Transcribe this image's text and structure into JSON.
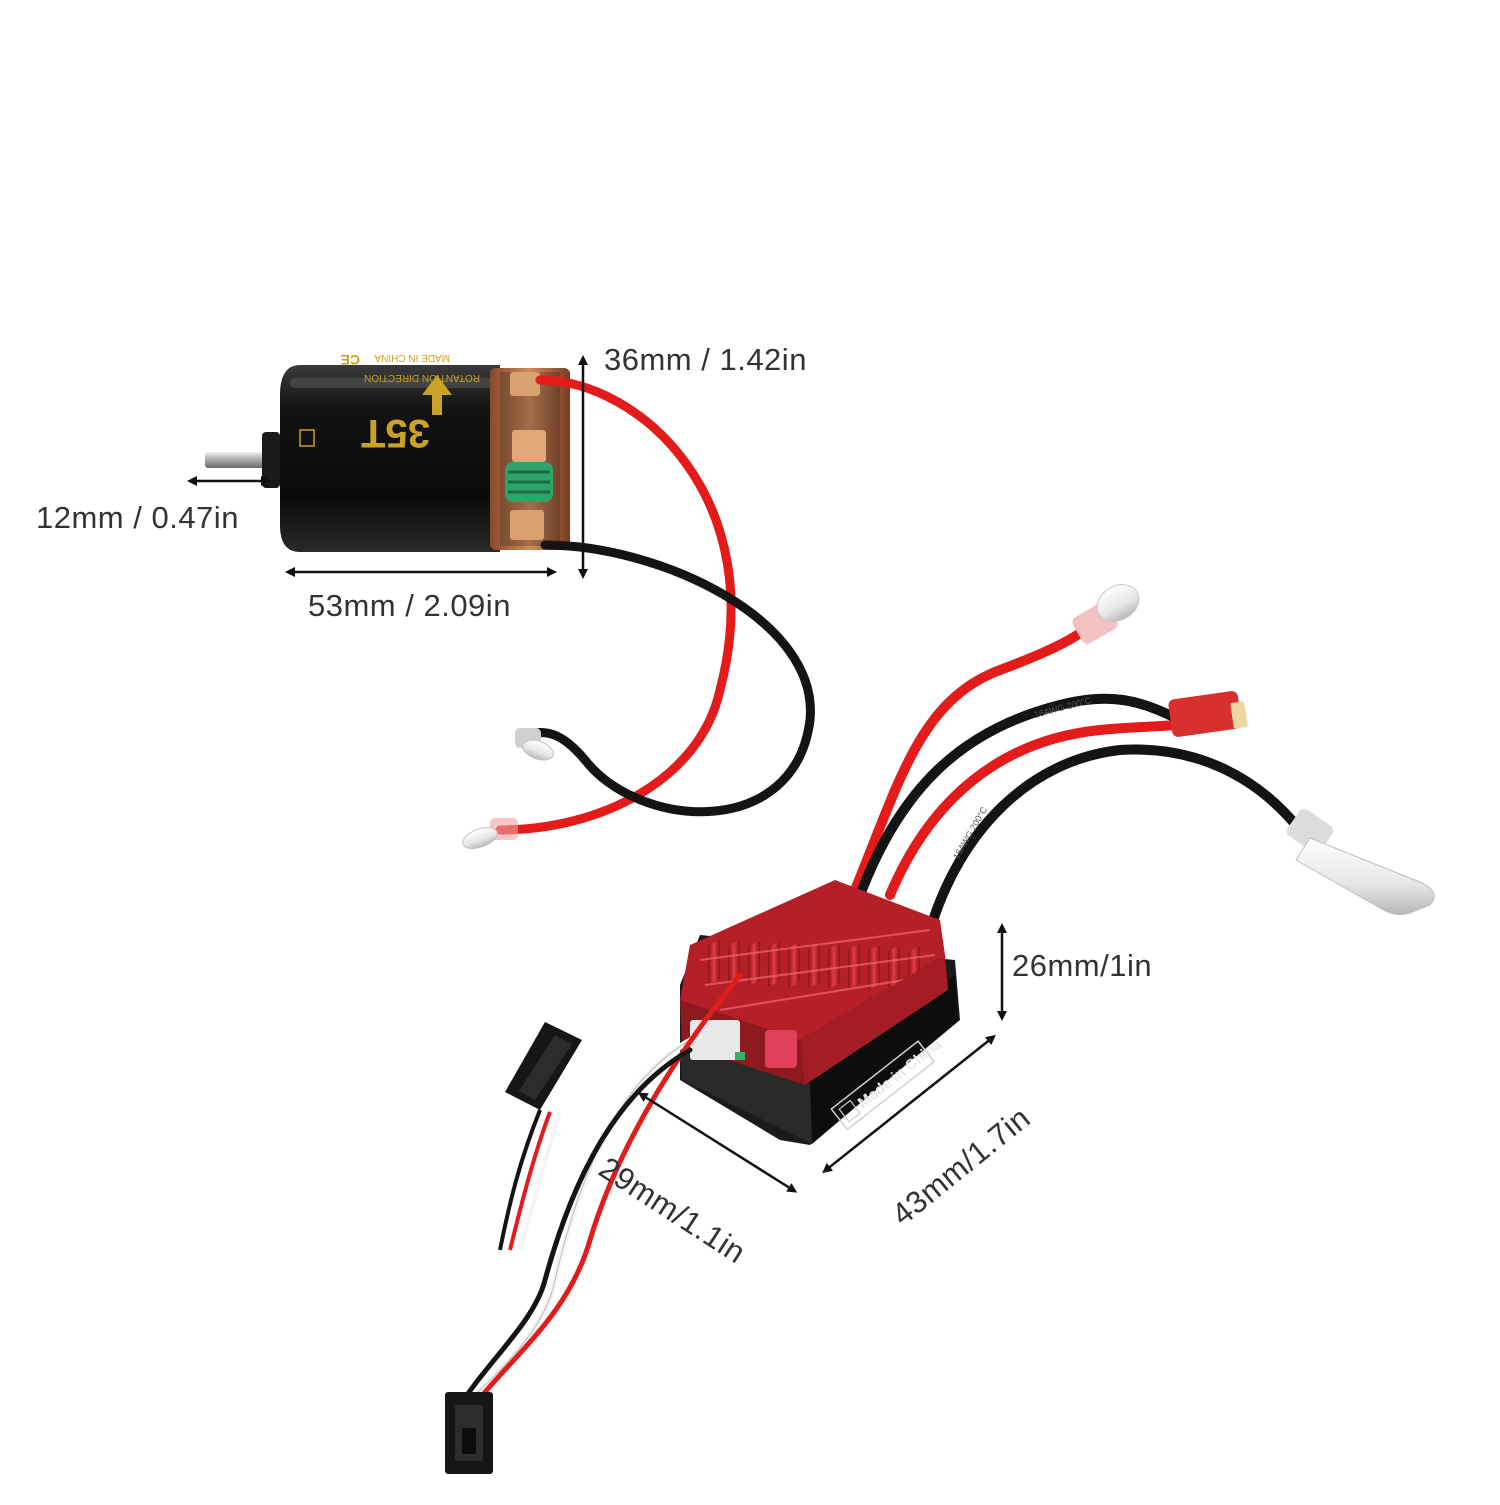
{
  "motor": {
    "label_turns": "35T",
    "label_rotation": "ROTANTION DIRECTION",
    "label_origin": "MADE IN CHINA",
    "label_ce": "CE"
  },
  "esc": {
    "label_origin": "Made in China",
    "wire_gauge_1": "16AWG 200°C",
    "wire_gauge_2": "16AWG 200°C"
  },
  "dimensions": {
    "motor_diameter": "36mm / 1.42in",
    "shaft_length": "12mm / 0.47in",
    "motor_length": "53mm / 2.09in",
    "esc_height": "26mm/1in",
    "esc_width": "29mm/1.1in",
    "esc_length": "43mm/1.7in"
  },
  "colors": {
    "motor_can": "#101010",
    "label_gold": "#c9a227",
    "wire_red": "#e31b1b",
    "wire_black": "#141414",
    "heatsink_red": "#c8202a",
    "connector_red": "#d8302e"
  }
}
